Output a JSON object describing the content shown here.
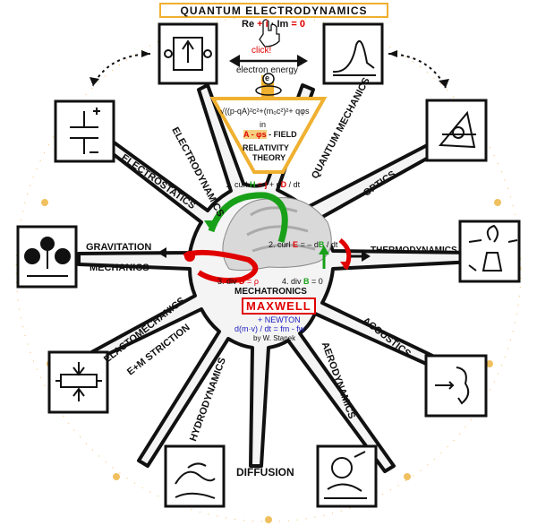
{
  "title": "QUANTUM ELECTRODYNAMICS",
  "header_equation": {
    "re": "Re",
    "plus1": "+",
    "i": "i",
    "dot": "·",
    "im": "Im",
    "eq": "=",
    "zero": "0"
  },
  "click": "click!",
  "electron_energy": "electron energy",
  "electron_symbol": "e",
  "relativity": {
    "line1": "√((p-qA)²c²+(m₀c²)²+ qφs",
    "in": "in",
    "field_prefix": "A - φs",
    "field_suffix": "- FIELD",
    "theory1": "RELATIVITY",
    "theory2": "THEORY"
  },
  "branches": {
    "electrodynamics": "ELECTRODYNAMICS",
    "quantum_mechanics": "QUANTUM MECHANICS",
    "electrostatics": "ELECTROSTATICS",
    "optics": "OPTICS",
    "gravitation": "GRAVITATION",
    "mechanics": "MECHANICS",
    "thermodynamics": "THERMODYNAMICS",
    "elastomechanics": "ELASTOMECHANICS",
    "em_striction": "E+M STRICTION",
    "acoustics": "ACOUSTICS",
    "hydrodynamics": "HYDRODYNAMICS",
    "aerodynamics": "AERODYNAMICS",
    "diffusion": "DIFFUSION"
  },
  "equations": {
    "eq1_prefix": "1. curl",
    "eq1_H": "H",
    "eq1_eq": "=",
    "eq1_j": "j",
    "eq1_plus": "+ d",
    "eq1_D": "D",
    "eq1_dt": "/ dt",
    "eq2_prefix": "2. curl",
    "eq2_E": "E",
    "eq2_mid": "= – d",
    "eq2_B": "B",
    "eq2_dt": "/ dt",
    "eq3_prefix": "3. div",
    "eq3_D": "D",
    "eq3_eq": "=",
    "eq3_rho": "ρ",
    "eq4_prefix": "4. div",
    "eq4_B": "B",
    "eq4_eq": "= 0"
  },
  "mechatronics": "MECHATRONICS",
  "maxwell": "MAXWELL",
  "newton": "+ NEWTON",
  "newton_eq": "d(m·v) / dt = fm - fw",
  "author": "by W. Stanek",
  "colors": {
    "accent_orange": "#f0b030",
    "red": "#e00000",
    "green": "#19a019",
    "blue": "#2020c0"
  }
}
